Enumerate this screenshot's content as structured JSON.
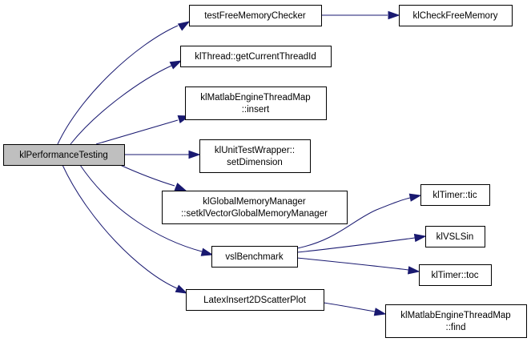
{
  "diagram": {
    "type": "call-graph",
    "nodes": [
      {
        "id": "root",
        "lines": [
          "klPerformanceTesting"
        ],
        "highlighted": true
      },
      {
        "id": "testFree",
        "lines": [
          "testFreeMemoryChecker"
        ]
      },
      {
        "id": "checkFree",
        "lines": [
          "klCheckFreeMemory"
        ]
      },
      {
        "id": "getThread",
        "lines": [
          "klThread::getCurrentThreadId"
        ]
      },
      {
        "id": "mapInsert",
        "lines": [
          "klMatlabEngineThreadMap",
          "::insert"
        ]
      },
      {
        "id": "setDim",
        "lines": [
          "klUnitTestWrapper::",
          "setDimension"
        ]
      },
      {
        "id": "globalMem",
        "lines": [
          "klGlobalMemoryManager",
          "::setklVectorGlobalMemoryManager"
        ]
      },
      {
        "id": "vsl",
        "lines": [
          "vslBenchmark"
        ]
      },
      {
        "id": "tic",
        "lines": [
          "klTimer::tic"
        ]
      },
      {
        "id": "vslSin",
        "lines": [
          "klVSLSin"
        ]
      },
      {
        "id": "toc",
        "lines": [
          "klTimer::toc"
        ]
      },
      {
        "id": "latex",
        "lines": [
          "LatexInsert2DScatterPlot"
        ]
      },
      {
        "id": "mapFind",
        "lines": [
          "klMatlabEngineThreadMap",
          "::find"
        ]
      }
    ],
    "edges": [
      {
        "from": "root",
        "to": "testFree"
      },
      {
        "from": "root",
        "to": "getThread"
      },
      {
        "from": "root",
        "to": "mapInsert"
      },
      {
        "from": "root",
        "to": "setDim"
      },
      {
        "from": "root",
        "to": "globalMem"
      },
      {
        "from": "root",
        "to": "vsl"
      },
      {
        "from": "root",
        "to": "latex"
      },
      {
        "from": "testFree",
        "to": "checkFree"
      },
      {
        "from": "vsl",
        "to": "tic"
      },
      {
        "from": "vsl",
        "to": "vslSin"
      },
      {
        "from": "vsl",
        "to": "toc"
      },
      {
        "from": "latex",
        "to": "mapFind"
      }
    ],
    "colors": {
      "edge": "#191970",
      "root_fill": "#bfbfbf",
      "node_fill": "#ffffff",
      "border": "#000000"
    }
  }
}
